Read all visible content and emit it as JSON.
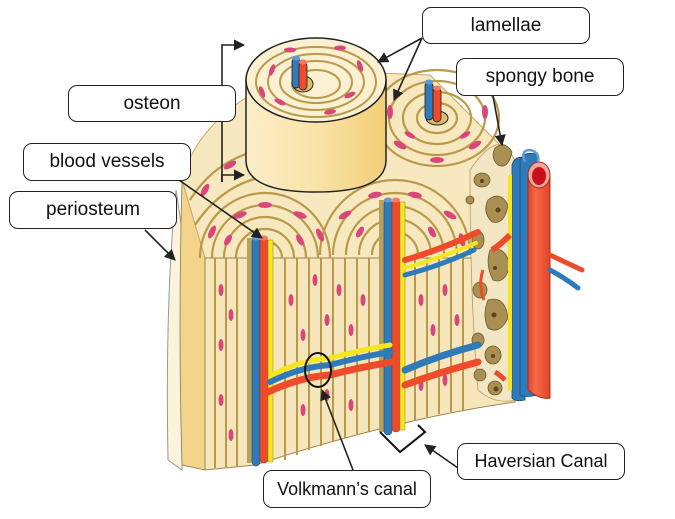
{
  "title": "Structure of compact bone",
  "labels": {
    "lamellae": "lamellae",
    "spongy_bone": "spongy bone",
    "osteon": "osteon",
    "blood_vessels": "blood vessels",
    "periosteum": "periosteum",
    "volkmanns_canal": "Volkmann’s canal",
    "haversian_canal": "Haversian Canal"
  },
  "colors": {
    "bone": "#f6e3b4",
    "bone_light": "#fbf0d2",
    "bone_shadow": "#f0cf7e",
    "lamella_line": "#b99a4a",
    "osteocyte": "#d9477a",
    "artery": "#ee4b2b",
    "vein": "#2f7ab8",
    "nerve": "#f5e622",
    "spongy": "#a98f52",
    "outline": "#222222"
  }
}
